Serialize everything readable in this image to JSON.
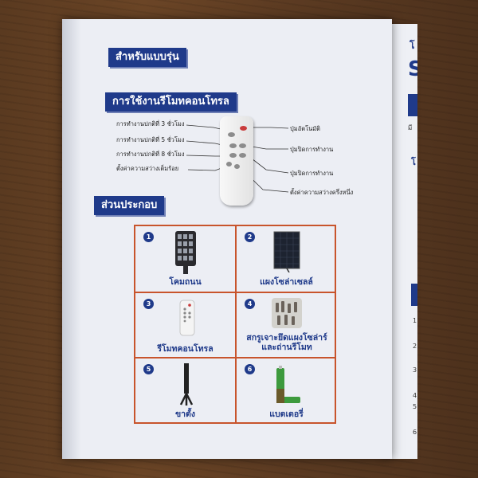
{
  "page": {
    "section_model": "สำหรับแบบรุ่น",
    "section_remote": "การใช้งานรีโมทคอนโทรล",
    "section_parts": "ส่วนประกอบ"
  },
  "remote_labels_left": [
    "การทำงานปกติที่ 3 ชั่วโมง",
    "การทำงานปกติที่ 5 ชั่วโมง",
    "การทำงานปกติที่ 8 ชั่วโมง",
    "ตั้งค่าความสว่างเต็มร้อย"
  ],
  "remote_labels_right": [
    "ปุ่มอัตโนมัติ",
    "ปุ่มปิดการทำงาน",
    "ปุ่มปิดการทำงาน",
    "ตั้งค่าความสว่างครึ่งหนึ่ง"
  ],
  "parts": [
    {
      "num": "1",
      "label": "โคมถนน",
      "icon": "street-lamp-icon"
    },
    {
      "num": "2",
      "label": "แผงโซล่าเซลล์",
      "icon": "solar-panel-icon"
    },
    {
      "num": "3",
      "label": "รีโมทคอนโทรล",
      "icon": "remote-control-icon"
    },
    {
      "num": "4",
      "label": "สกรูเจาะยึดแผงโซล่าร์ และถ่านรีโมท",
      "icon": "screws-icon"
    },
    {
      "num": "5",
      "label": "ขาตั้ง",
      "icon": "stand-icon"
    },
    {
      "num": "6",
      "label": "แบตเตอรี่",
      "icon": "battery-icon"
    }
  ],
  "colors": {
    "accent": "#1f3a8a",
    "border": "#c8542c"
  }
}
